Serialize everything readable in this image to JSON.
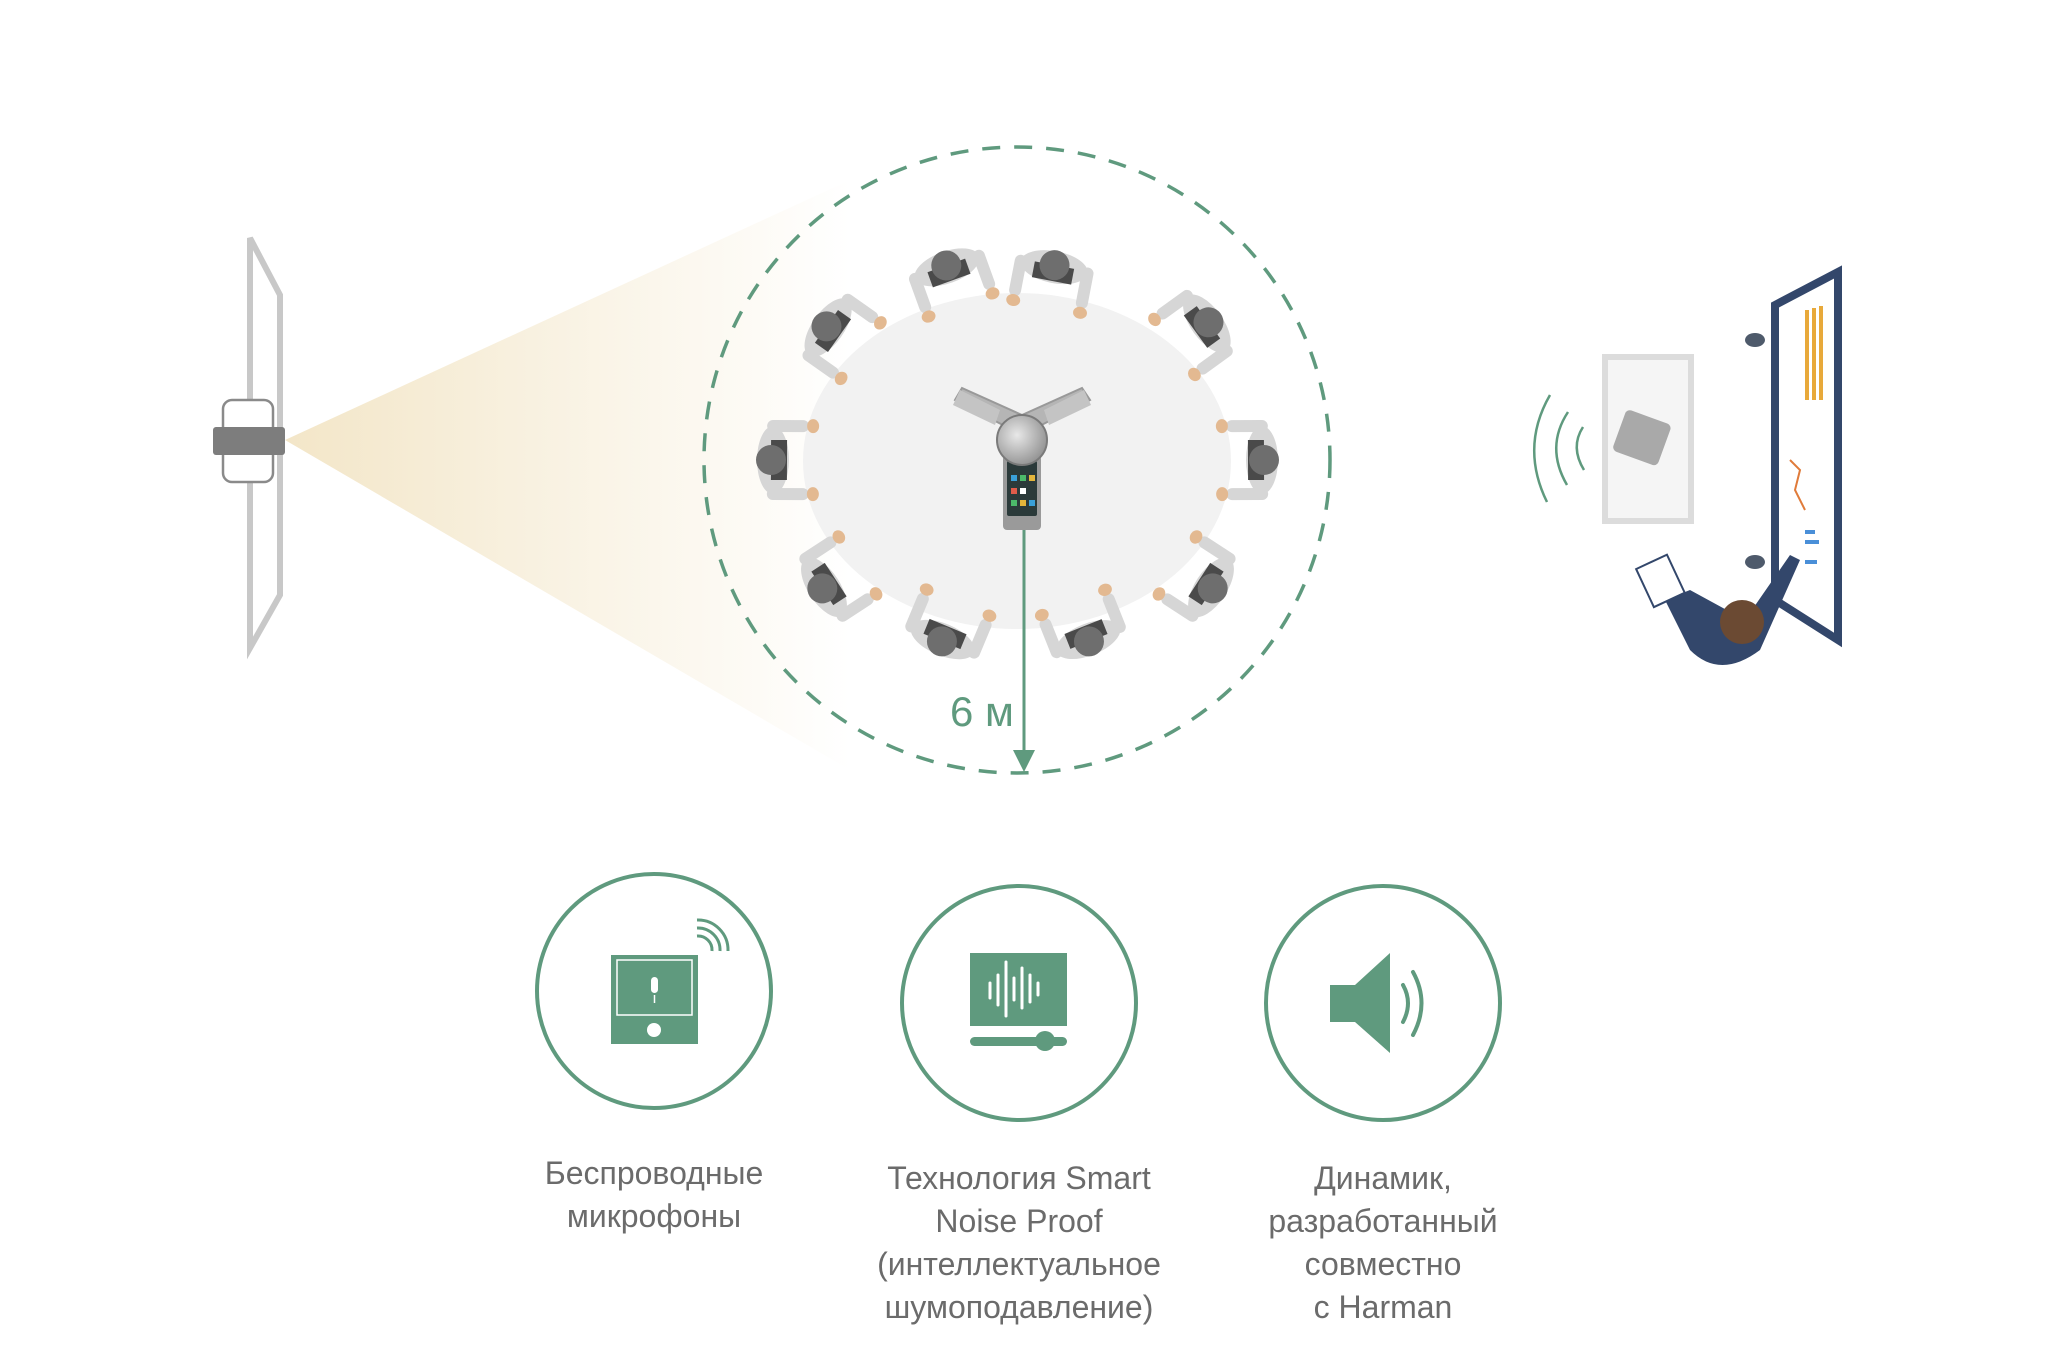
{
  "colors": {
    "accent": "#5f9a7e",
    "text": "#6b6b6b",
    "cone": "#f3e6c8",
    "board": "#33476b"
  },
  "diagram": {
    "distance_label": "6 м",
    "participants": 10
  },
  "features": [
    {
      "icon": "wireless-mic-icon",
      "lines": [
        "Беспроводные",
        "микрофоны"
      ]
    },
    {
      "icon": "noise-proof-icon",
      "lines": [
        "Технология Smart",
        "Noise Proof",
        "(интеллектуальное",
        "шумоподавление)"
      ]
    },
    {
      "icon": "speaker-icon",
      "lines": [
        "Динамик,",
        "разработанный",
        "совместно",
        "с Harman"
      ]
    }
  ]
}
